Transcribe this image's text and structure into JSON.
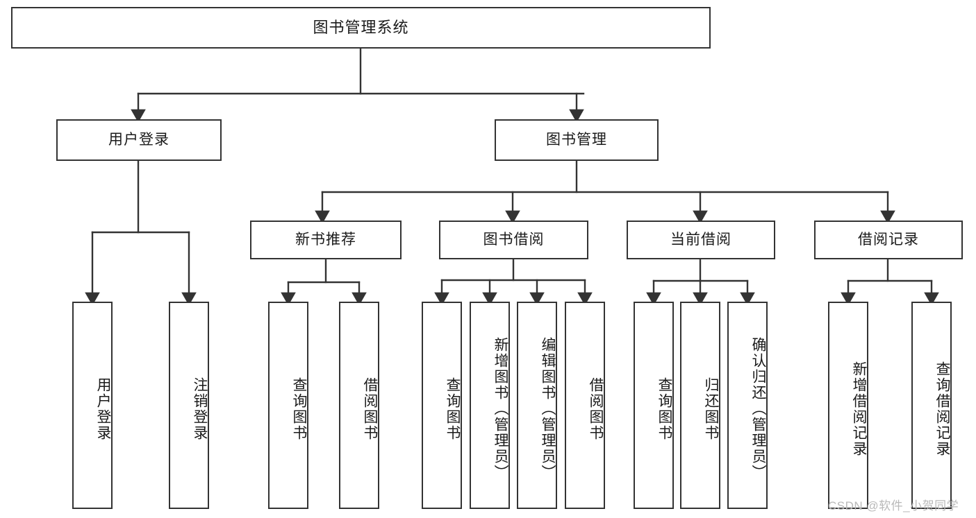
{
  "diagram": {
    "title": "图书管理系统",
    "type": "tree",
    "root": {
      "label": "图书管理系统"
    },
    "level1": [
      {
        "label": "用户登录"
      },
      {
        "label": "图书管理"
      }
    ],
    "level2": [
      {
        "label": "新书推荐",
        "parent": "图书管理"
      },
      {
        "label": "图书借阅",
        "parent": "图书管理"
      },
      {
        "label": "当前借阅",
        "parent": "图书管理"
      },
      {
        "label": "借阅记录",
        "parent": "图书管理"
      }
    ],
    "leaves": [
      {
        "label": "用户登录",
        "parent": "用户登录"
      },
      {
        "label": "注销登录",
        "parent": "用户登录"
      },
      {
        "label": "查询图书",
        "parent": "新书推荐"
      },
      {
        "label": "借阅图书",
        "parent": "新书推荐"
      },
      {
        "label": "查询图书",
        "parent": "图书借阅"
      },
      {
        "label": "新增图书（管理员）",
        "parent": "图书借阅"
      },
      {
        "label": "编辑图书（管理员）",
        "parent": "图书借阅"
      },
      {
        "label": "借阅图书",
        "parent": "图书借阅"
      },
      {
        "label": "查询图书",
        "parent": "当前借阅"
      },
      {
        "label": "归还图书",
        "parent": "当前借阅"
      },
      {
        "label": "确认归还（管理员）",
        "parent": "当前借阅"
      },
      {
        "label": "新增借阅记录",
        "parent": "借阅记录"
      },
      {
        "label": "查询借阅记录",
        "parent": "借阅记录"
      }
    ],
    "colors": {
      "line": "#333333",
      "box_fill": "#ffffff",
      "text": "#1a1a1a",
      "watermark": "#b9b9b9"
    }
  },
  "watermark": {
    "text": "CSDN @软件_小贺同学"
  }
}
